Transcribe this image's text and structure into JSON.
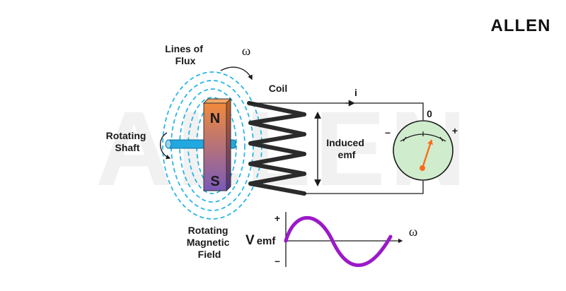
{
  "brand": {
    "logo_text": "ALLEN",
    "watermark_text": "ALLEN"
  },
  "labels": {
    "lines_of_flux": [
      "Lines of",
      "Flux"
    ],
    "omega_top": "ω",
    "coil": "Coil",
    "current": "i",
    "zero": "0",
    "minus": "–",
    "plus": "+",
    "rotating_shaft": [
      "Rotating",
      "Shaft"
    ],
    "induced_emf": [
      "Induced",
      "emf"
    ],
    "pole_north": "N",
    "pole_south": "S",
    "rotating_field": [
      "Rotating",
      "Magnetic",
      "Field"
    ],
    "v_emf_main": "V",
    "v_emf_sub": "emf",
    "graph_plus": "+",
    "graph_minus": "–",
    "omega_axis": "ω"
  },
  "colors": {
    "flux": "#29b6e6",
    "shaft": "#22a8e0",
    "magnet_top": "#f08a3c",
    "magnet_bottom": "#7a5ab8",
    "meter_face": "#cfeccd",
    "needle": "#ff6a1a",
    "wave": "#9b19c9",
    "wire": "#1a1a1a"
  }
}
